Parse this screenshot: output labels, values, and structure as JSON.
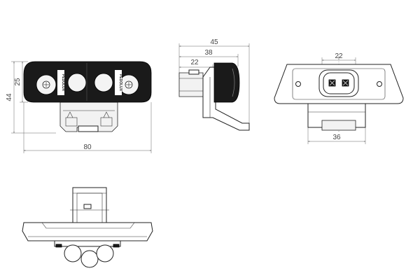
{
  "views": {
    "front": {
      "dim_overall_height": "44",
      "dim_body_height": "25",
      "dim_width": "80",
      "brand_label_left": "PEDOLUX",
      "brand_label_right": "PEDOLUX"
    },
    "side": {
      "dim_total": "45",
      "dim_mid": "38",
      "dim_short": "22"
    },
    "back": {
      "dim_connector": "22",
      "dim_base": "36"
    },
    "bottom": {}
  }
}
